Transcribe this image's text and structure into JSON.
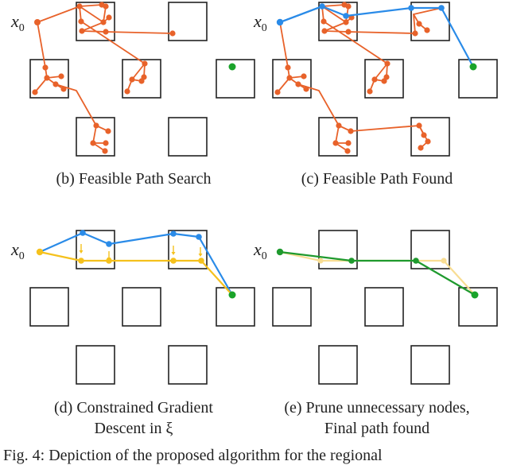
{
  "panels": [
    {
      "id": "b",
      "caption_lines": [
        "(b) Feasible Path Search"
      ],
      "start_label": "x",
      "start_sub": "0"
    },
    {
      "id": "c",
      "caption_lines": [
        "(c) Feasible Path Found"
      ],
      "start_label": "x",
      "start_sub": "0"
    },
    {
      "id": "d",
      "caption_lines": [
        "(d) Constrained Gradient",
        "Descent in ξ"
      ],
      "start_label": "x",
      "start_sub": "0"
    },
    {
      "id": "e",
      "caption_lines": [
        "(e) Prune unnecessary nodes,",
        "Final path found"
      ],
      "start_label": "x",
      "start_sub": "0"
    }
  ],
  "figure_caption": "Fig. 4: Depiction of the proposed algorithm for the regional",
  "colors": {
    "tree": "#e8622a",
    "path": "#2a8be8",
    "optimized": "#f5c11d",
    "final": "#1f9a2e",
    "goal": "#1aa32a",
    "pruned": "#f8dd93",
    "box": "#222222"
  }
}
